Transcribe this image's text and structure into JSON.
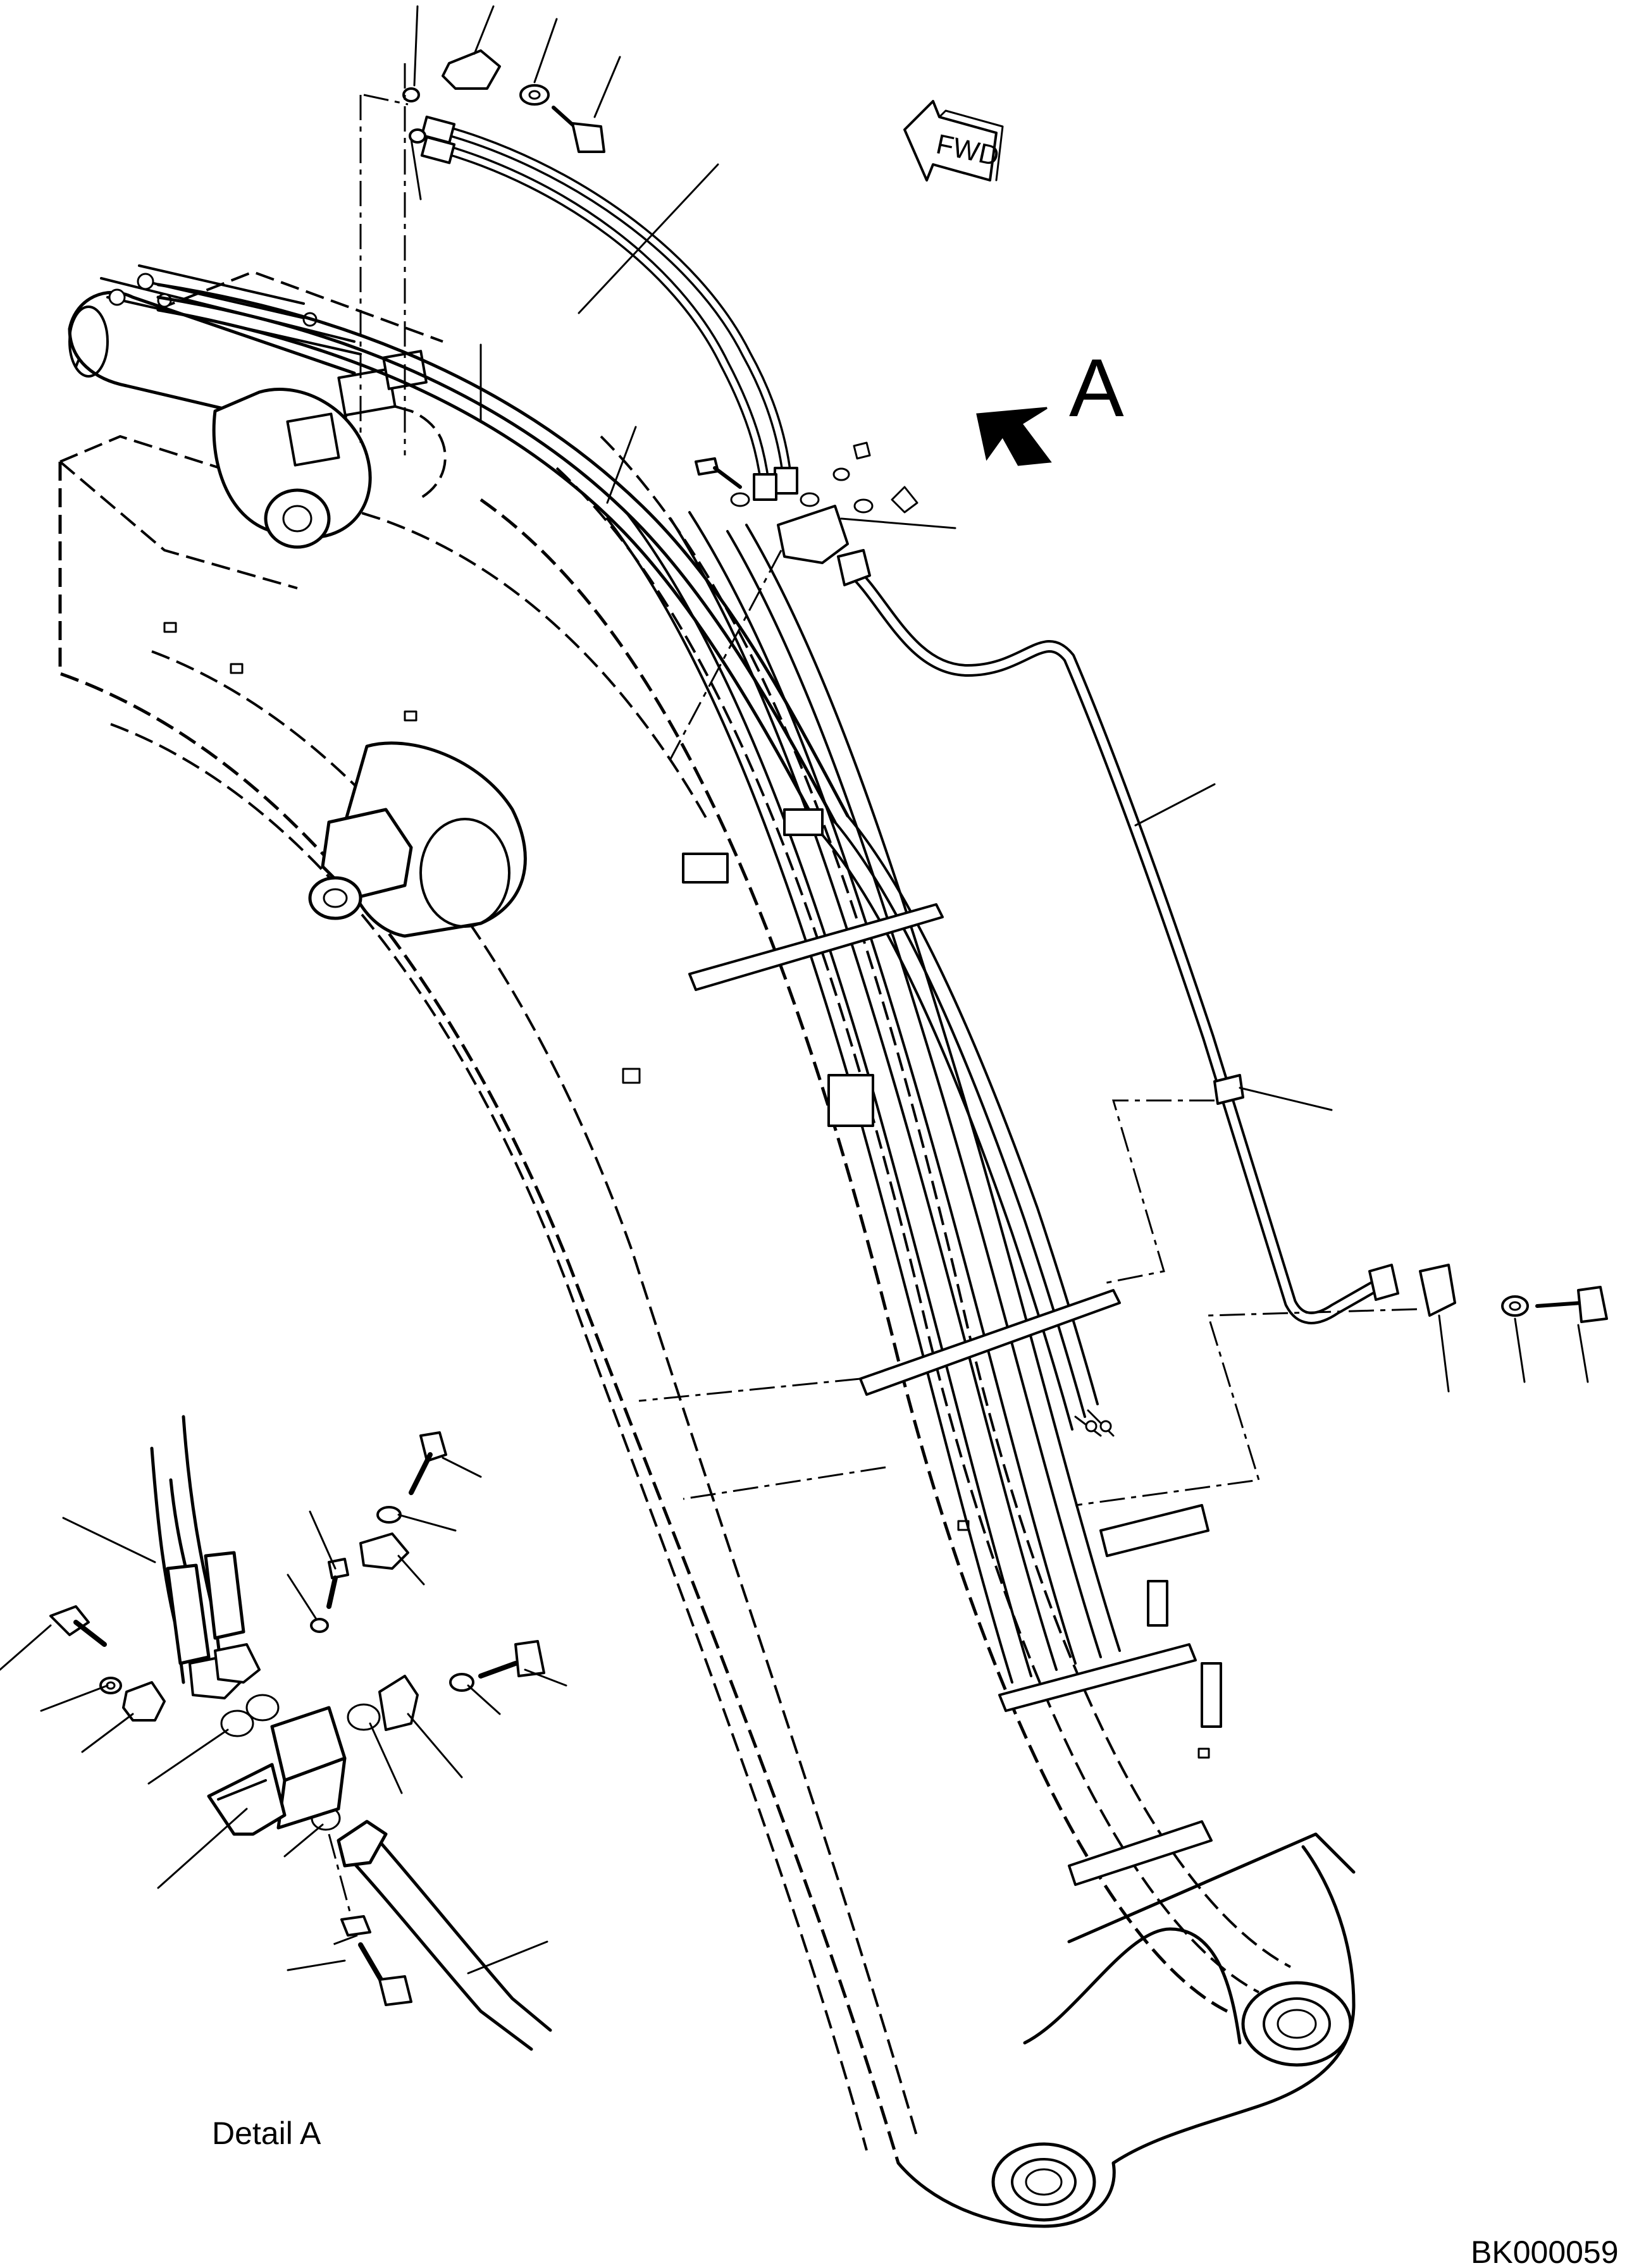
{
  "drawing": {
    "view_marker_letter": "A",
    "fwd_label": "FWD",
    "detail_caption": "Detail A",
    "drawing_code": "BK000059"
  }
}
